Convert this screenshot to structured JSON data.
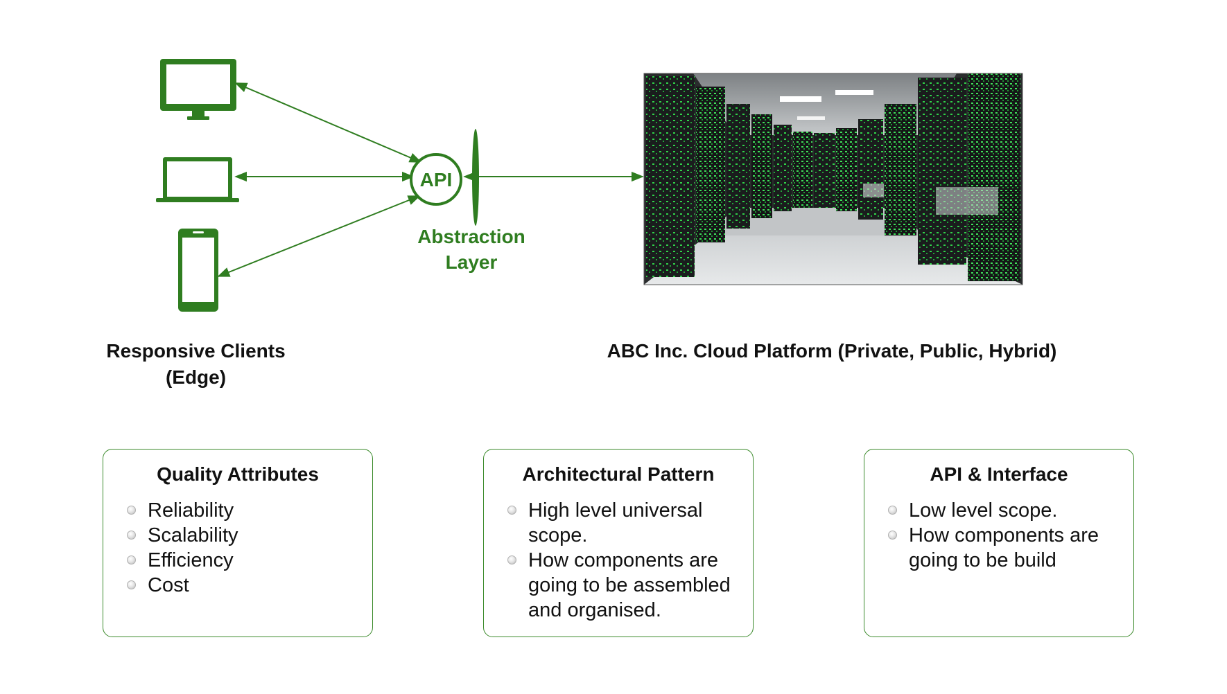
{
  "diagram": {
    "api_label": "API",
    "abstraction_label_line1": "Abstraction",
    "abstraction_label_line2": "Layer",
    "edge_title_line1": "Responsive Clients",
    "edge_title_line2": "(Edge)",
    "cloud_title": "ABC Inc. Cloud Platform (Private, Public, Hybrid)",
    "client_icons": [
      "monitor-icon",
      "laptop-icon",
      "phone-icon"
    ],
    "cloud_image": "server-room-image"
  },
  "colors": {
    "accent_green": "#2f7d20",
    "card_border": "#3b8a2b"
  },
  "cards": [
    {
      "title": "Quality Attributes",
      "items": [
        "Reliability",
        "Scalability",
        "Efficiency",
        "Cost"
      ]
    },
    {
      "title": "Architectural Pattern",
      "items": [
        "High level universal scope.",
        "How components are going to be assembled and organised."
      ]
    },
    {
      "title": "API & Interface",
      "items": [
        "Low level scope.",
        "How components are going to be build"
      ]
    }
  ]
}
